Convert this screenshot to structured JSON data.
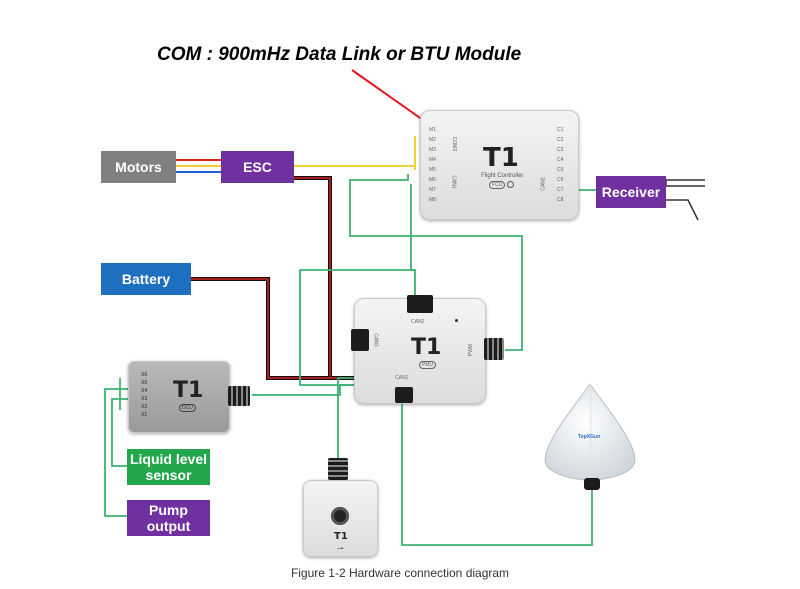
{
  "callout": "COM : 900mHz Data Link or BTU Module",
  "caption": "Figure 1-2 Hardware connection diagram",
  "colors": {
    "gray_box": "#808080",
    "purple_box": "#7030a0",
    "blue_box": "#1f6fc1",
    "green_box": "#22a84a",
    "wire_green": "#3cb371",
    "wire_yellow": "#f2d22e",
    "wire_red": "#e02020",
    "wire_blue": "#2060d0",
    "wire_black": "#111111",
    "arrow_red": "#e8141b"
  },
  "blocks": {
    "motors": "Motors",
    "esc": "ESC",
    "battery": "Battery",
    "receiver": "Receiver",
    "liquid_sensor": "Liquid level sensor",
    "pump_output": "Pump output"
  },
  "flight_controller": {
    "logo": "T1",
    "subtitle": "Flight Controller",
    "tag": "FCU",
    "left_pins": [
      "M1",
      "M2",
      "M3",
      "M4",
      "M5",
      "M6",
      "M7",
      "M8"
    ],
    "right_pins": [
      "C1",
      "C2",
      "C3",
      "C4",
      "C5",
      "C6",
      "C7",
      "C8"
    ],
    "side_labels": [
      "COM2",
      "CAN1",
      "CAN2"
    ]
  },
  "pmu": {
    "logo": "T1",
    "tag": "PMU",
    "ports": [
      "CAN1",
      "CAN2",
      "CAN3",
      "PWM"
    ]
  },
  "dcu": {
    "logo": "T1",
    "tag": "DCU",
    "pins": [
      "X6",
      "X5",
      "X4",
      "X3",
      "X2",
      "X1"
    ]
  },
  "led_module": {
    "logo": "T1",
    "usb_icon": "usb-icon"
  },
  "gps": {
    "brand": "TopXGun"
  }
}
